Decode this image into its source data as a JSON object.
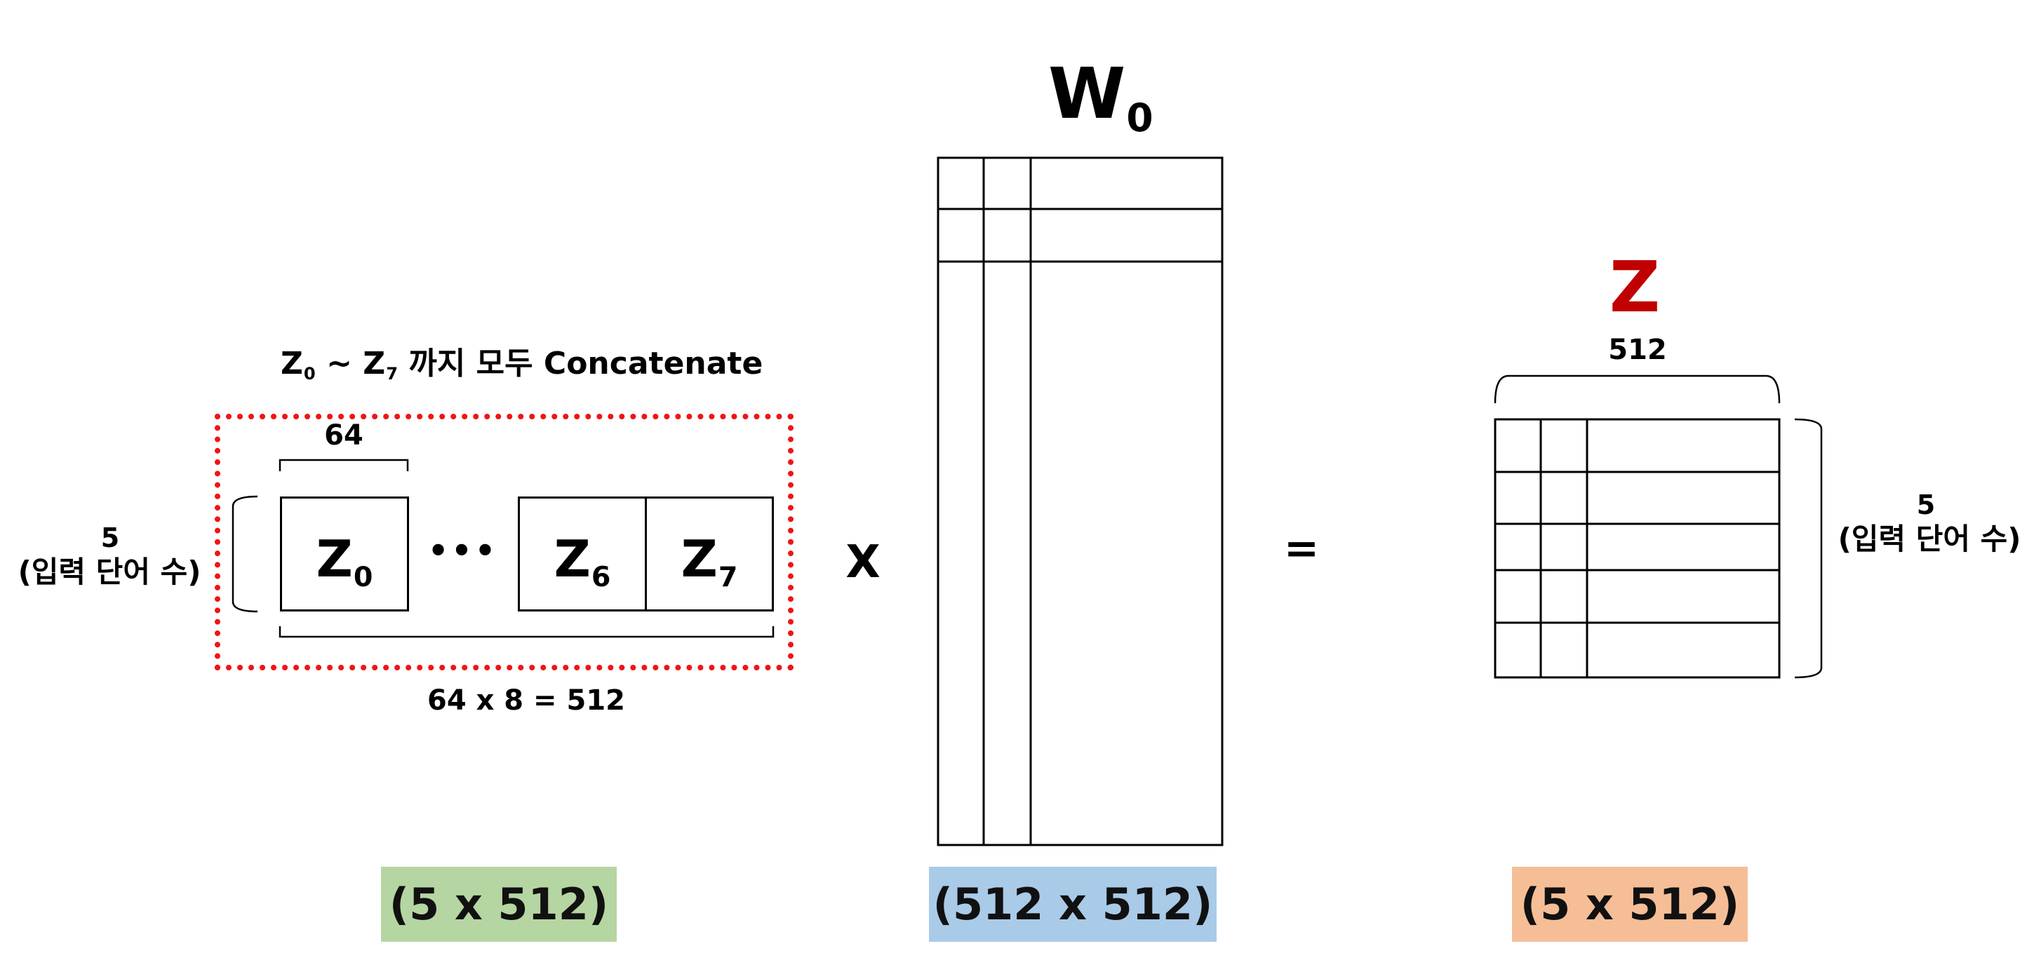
{
  "caption": {
    "z0": "Z",
    "z0_sub": "0",
    "tilde": "~",
    "z7": "Z",
    "z7_sub": "7",
    "text": "까지 모두 Concatenate"
  },
  "left": {
    "dim_top": "64",
    "rows_num": "5",
    "rows_desc": "(입력 단어 수)",
    "dim_bottom": "64 x 8 = 512",
    "heads": [
      {
        "letter": "Z",
        "sub": "0"
      },
      {
        "letter": "Z",
        "sub": "6"
      },
      {
        "letter": "Z",
        "sub": "7"
      }
    ],
    "ellipsis": "•••"
  },
  "operators": {
    "multiply": "X",
    "equals": "="
  },
  "weight": {
    "letter": "W",
    "sub": "0"
  },
  "result": {
    "letter": "Z",
    "cols_num": "512",
    "rows_num": "5",
    "rows_desc": "(입력 단어 수)"
  },
  "dimensions": {
    "left": "(5 x 512)",
    "middle": "(512 x 512)",
    "right": "(5 x 512)"
  },
  "colors": {
    "dotted_border": "#f01414",
    "result_letter": "#c00000",
    "left_pill": "#b5d6a2",
    "middle_pill": "#a9cbe8",
    "right_pill": "#f6be96"
  }
}
